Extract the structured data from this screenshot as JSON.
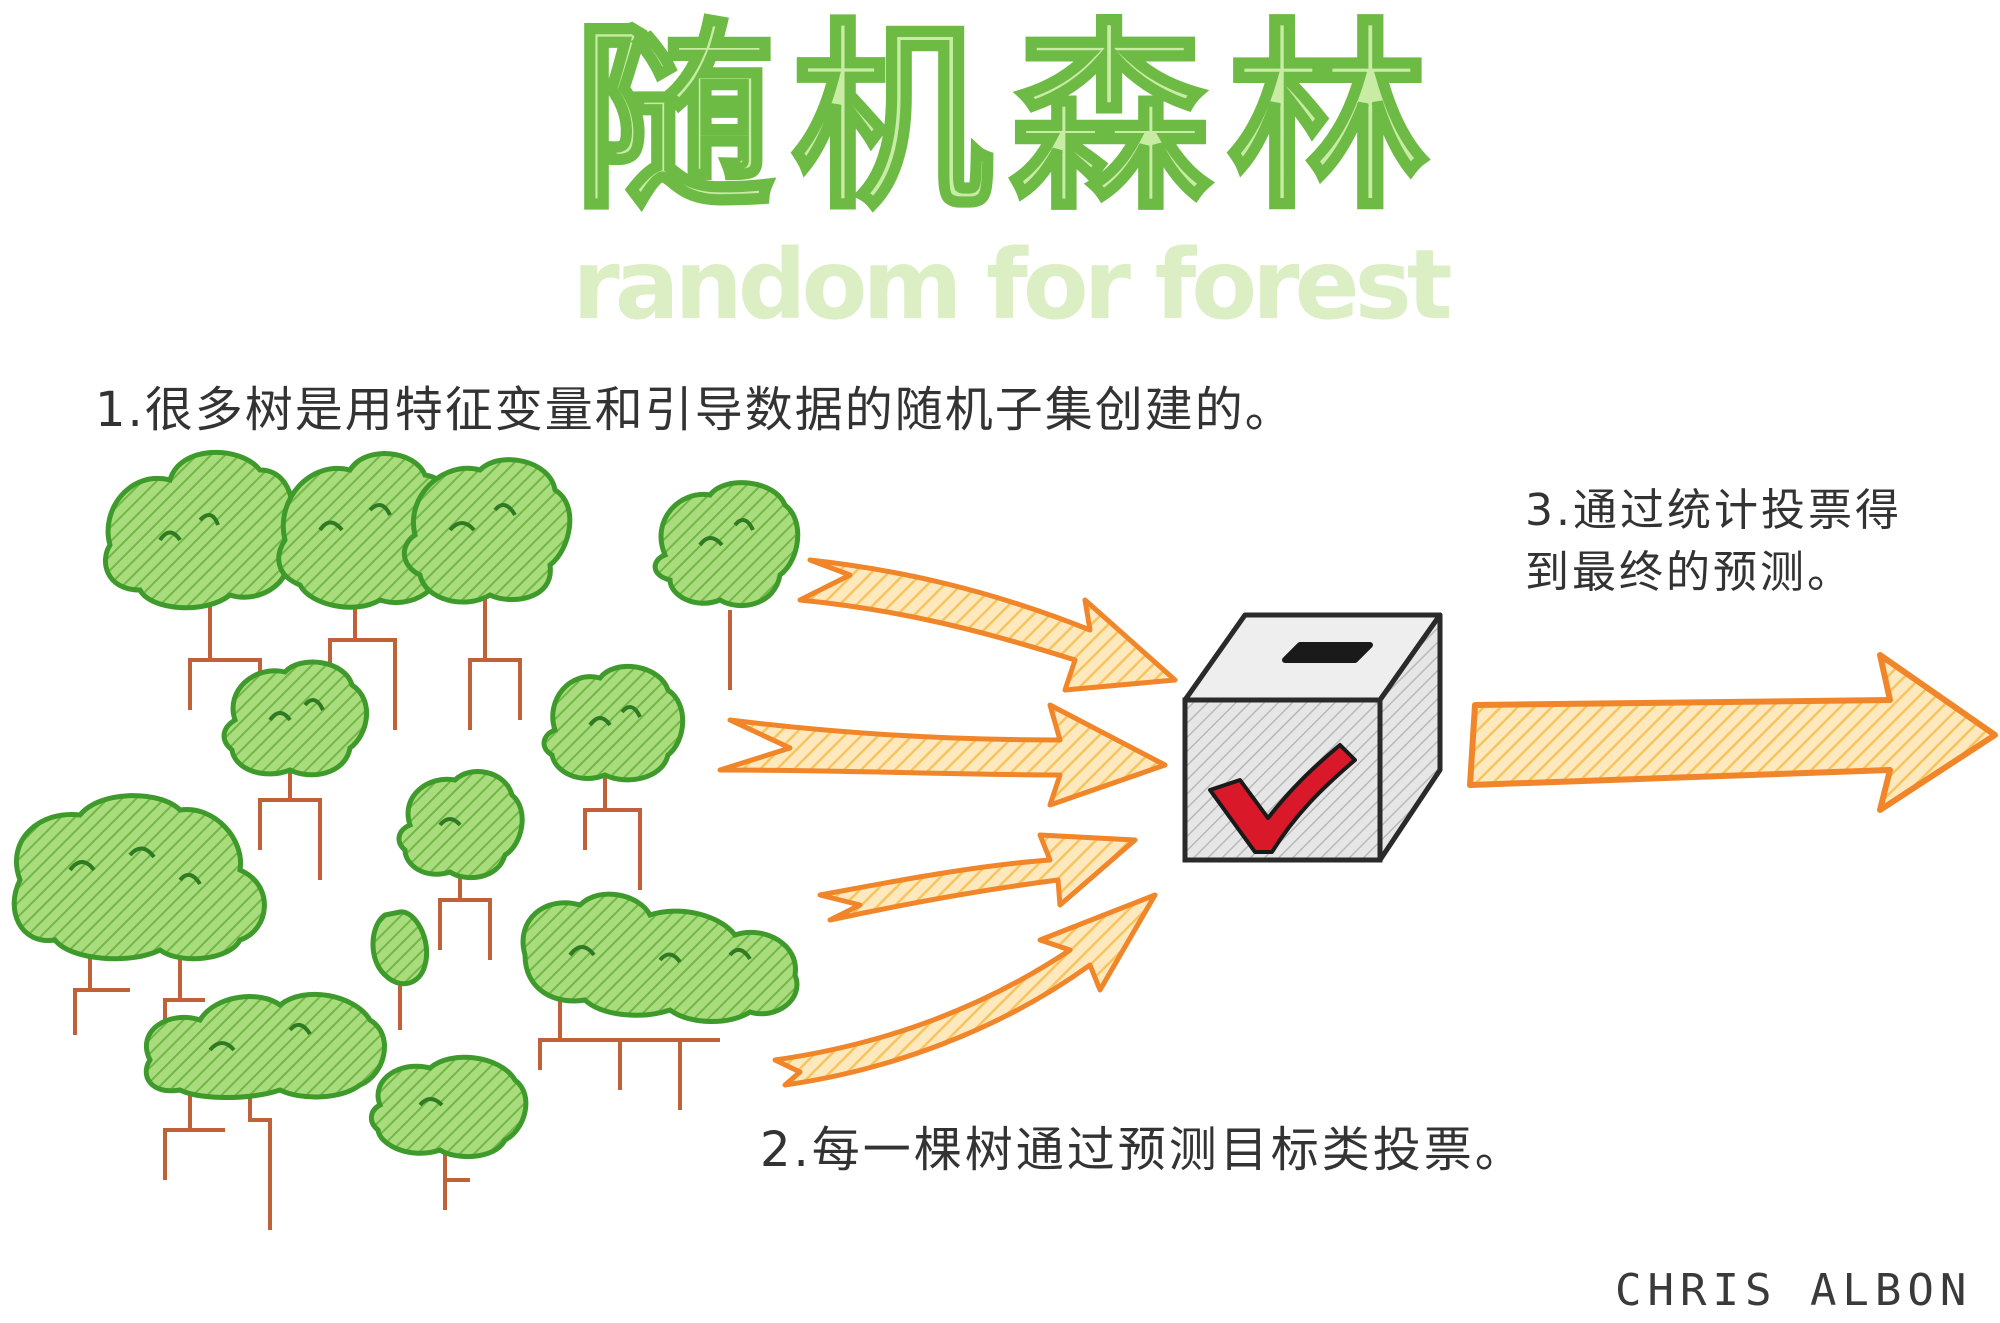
{
  "title": {
    "chinese": "随机森林",
    "english": "random for forest"
  },
  "steps": {
    "step1": "1.很多树是用特征变量和引导数据的随机子集创建的。",
    "step2": "2.每一棵树通过预测目标类投票。",
    "step3_line1": "3.通过统计投票得",
    "step3_line2": "到最终的预测。"
  },
  "signature": "CHRIS ALBON",
  "icons": {
    "tree": "tree-icon",
    "vote_arrow": "arrow-icon",
    "ballot_box": "ballot-box-icon",
    "checkmark": "checkmark-icon",
    "result_arrow": "arrow-icon"
  },
  "colors": {
    "title_fill": "#c9eca5",
    "title_stroke": "#6dbb45",
    "tree_canopy": "#8fce5e",
    "tree_canopy_outline": "#3f9a2c",
    "tree_trunk": "#c0613a",
    "arrow_fill": "#fbd68a",
    "arrow_outline": "#f0852a",
    "ballot_box": "#d5d5d5",
    "checkmark": "#d9192a"
  }
}
